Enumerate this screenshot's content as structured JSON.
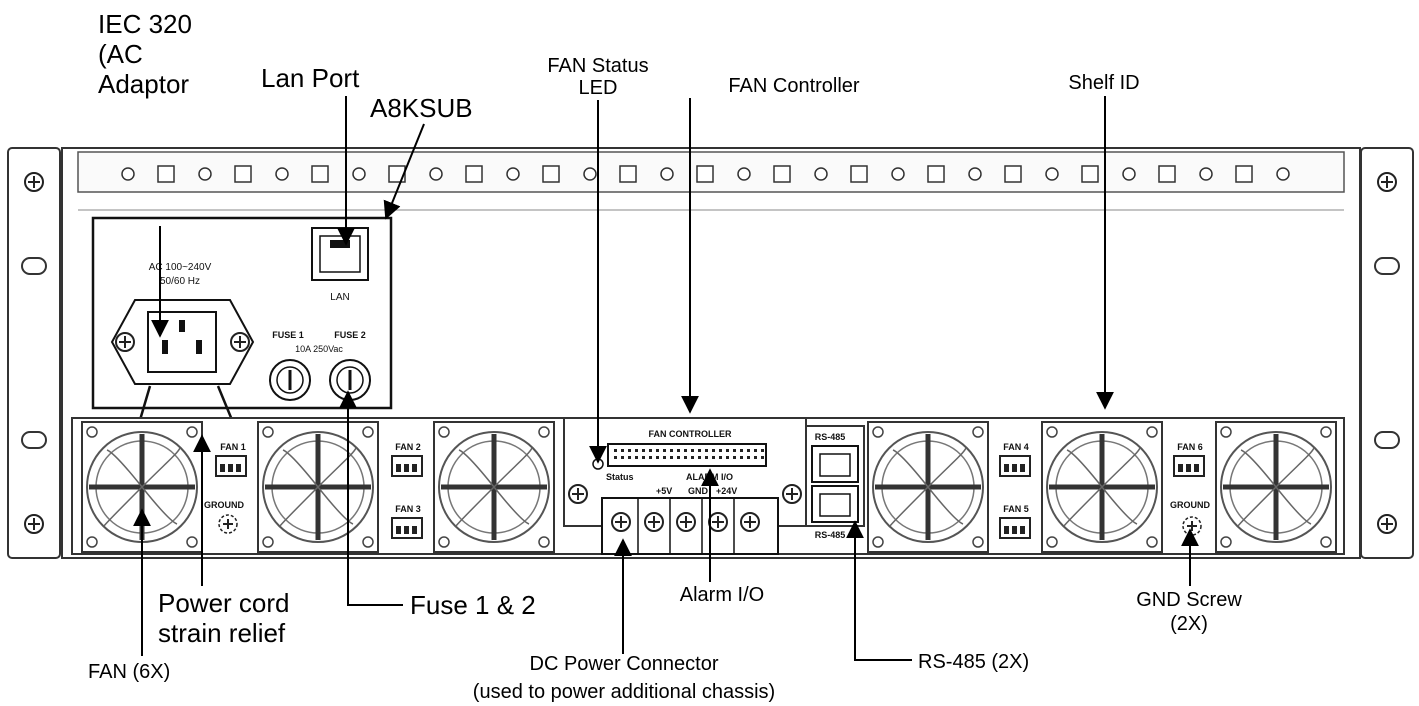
{
  "callouts": {
    "iec_line1": "IEC 320",
    "iec_line2": "(AC",
    "iec_line3": "Adaptor",
    "lan_port": "Lan Port",
    "a8ksub": "A8KSUB",
    "fan_status_line1": "FAN Status",
    "fan_status_line2": "LED",
    "fan_controller": "FAN Controller",
    "shelf_id": "Shelf ID",
    "power_cord_line1": "Power cord",
    "power_cord_line2": "strain relief",
    "fuse": "Fuse 1 & 2",
    "alarm_io": "Alarm I/O",
    "gnd_line1": "GND Screw",
    "gnd_line2": "(2X)",
    "fan_6x": "FAN (6X)",
    "dc_line1": "DC Power Connector",
    "dc_line2": "(used to power additional chassis)",
    "rs485": "RS-485 (2X)"
  },
  "panel_labels": {
    "ac_rating_line1": "AC 100~240V",
    "ac_rating_line2": "50/60 Hz",
    "lan": "LAN",
    "fuse1": "FUSE 1",
    "fuse2": "FUSE 2",
    "fuse_rating": "10A 250Vac",
    "fan1": "FAN 1",
    "fan2": "FAN 2",
    "fan3": "FAN 3",
    "fan4": "FAN 4",
    "fan5": "FAN 5",
    "fan6": "FAN 6",
    "ground_left": "GROUND",
    "ground_right": "GROUND",
    "fan_controller": "FAN CONTROLLER",
    "status": "Status",
    "alarm_io": "ALARM I/O",
    "plus5v": "+5V",
    "gnd": "GND",
    "plus24v": "+24V",
    "rs485_top": "RS-485",
    "rs485_bottom": "RS-485"
  }
}
